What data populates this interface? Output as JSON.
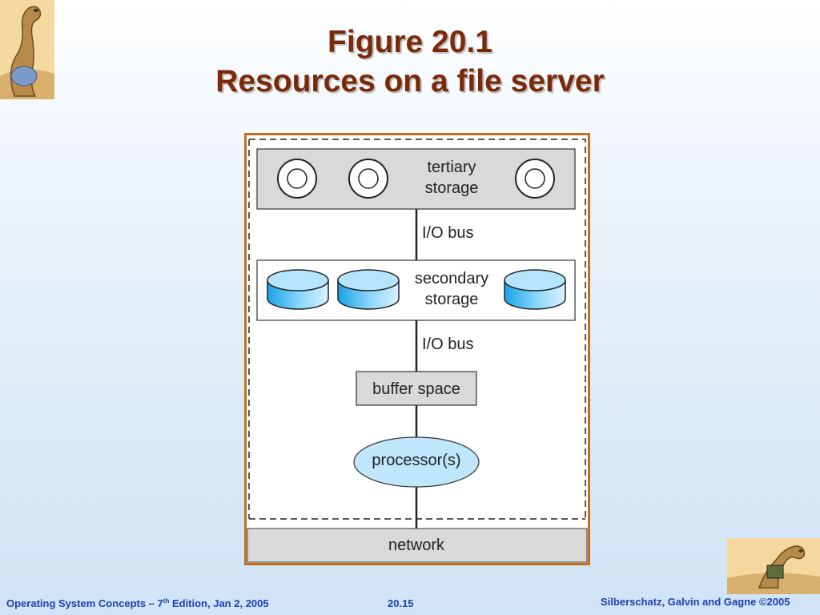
{
  "title": {
    "line1": "Figure 20.1",
    "line2": "Resources on a file server"
  },
  "diagram": {
    "tertiary_label_1": "tertiary",
    "tertiary_label_2": "storage",
    "bus_label_1": "I/O bus",
    "secondary_label_1": "secondary",
    "secondary_label_2": "storage",
    "bus_label_2": "I/O bus",
    "buffer_label": "buffer space",
    "processor_label": "processor(s)",
    "network_label": "network"
  },
  "footer": {
    "left_prefix": "Operating System Concepts – 7",
    "left_sup": "th",
    "left_suffix": " Edition, Jan 2, 2005",
    "page": "20.15",
    "right": "Silberschatz, Galvin and Gagne ©2005"
  },
  "colors": {
    "title": "#7a2a08",
    "frame": "#c86e1a",
    "footer": "#1f3fb0",
    "disk_fill": "#38b6ee"
  }
}
